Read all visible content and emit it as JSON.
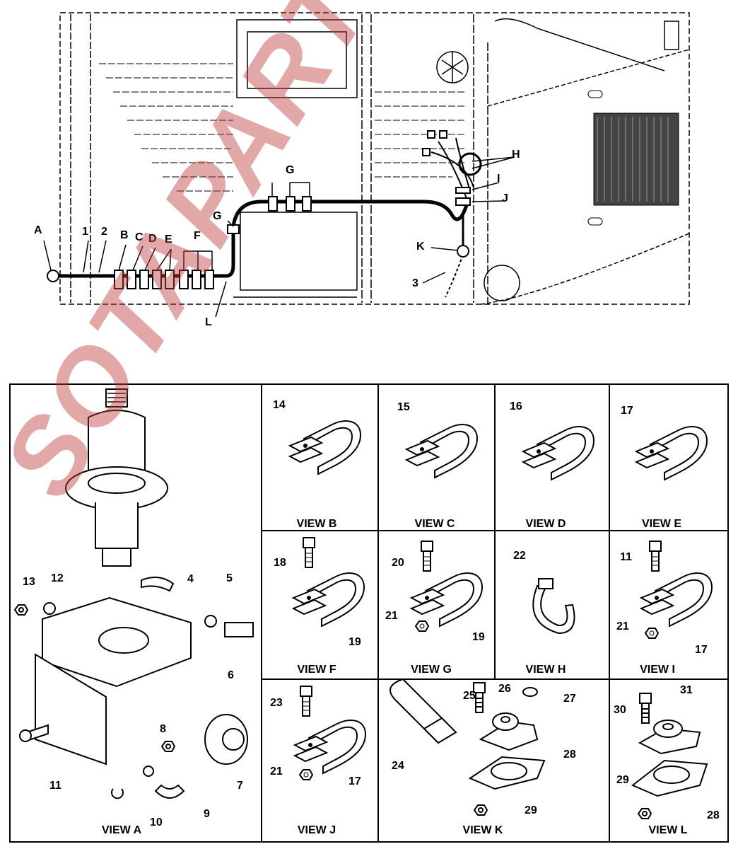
{
  "overview": {
    "callouts": [
      "A",
      "1",
      "2",
      "B",
      "C",
      "D",
      "E",
      "F",
      "G",
      "G",
      "H",
      "I",
      "J",
      "K",
      "3",
      "L"
    ]
  },
  "views": {
    "A": {
      "title": "VIEW A",
      "items": [
        "13",
        "12",
        "4",
        "5",
        "6",
        "7",
        "8",
        "9",
        "10",
        "11"
      ]
    },
    "B": {
      "title": "VIEW B",
      "items": [
        "14"
      ]
    },
    "C": {
      "title": "VIEW C",
      "items": [
        "15"
      ]
    },
    "D": {
      "title": "VIEW D",
      "items": [
        "16"
      ]
    },
    "E": {
      "title": "VIEW E",
      "items": [
        "17"
      ]
    },
    "F": {
      "title": "VIEW F",
      "items": [
        "18",
        "19"
      ]
    },
    "G": {
      "title": "VIEW G",
      "items": [
        "20",
        "21",
        "19"
      ]
    },
    "H": {
      "title": "VIEW H",
      "items": [
        "22"
      ]
    },
    "I": {
      "title": "VIEW I",
      "items": [
        "11",
        "21",
        "17"
      ]
    },
    "J": {
      "title": "VIEW J",
      "items": [
        "23",
        "21",
        "17"
      ]
    },
    "K": {
      "title": "VIEW K",
      "items": [
        "25",
        "26",
        "27",
        "24",
        "28",
        "29"
      ]
    },
    "L": {
      "title": "VIEW L",
      "items": [
        "31",
        "30",
        "29",
        "28"
      ]
    }
  },
  "watermark": "SOTAPARTS.CO.UK"
}
